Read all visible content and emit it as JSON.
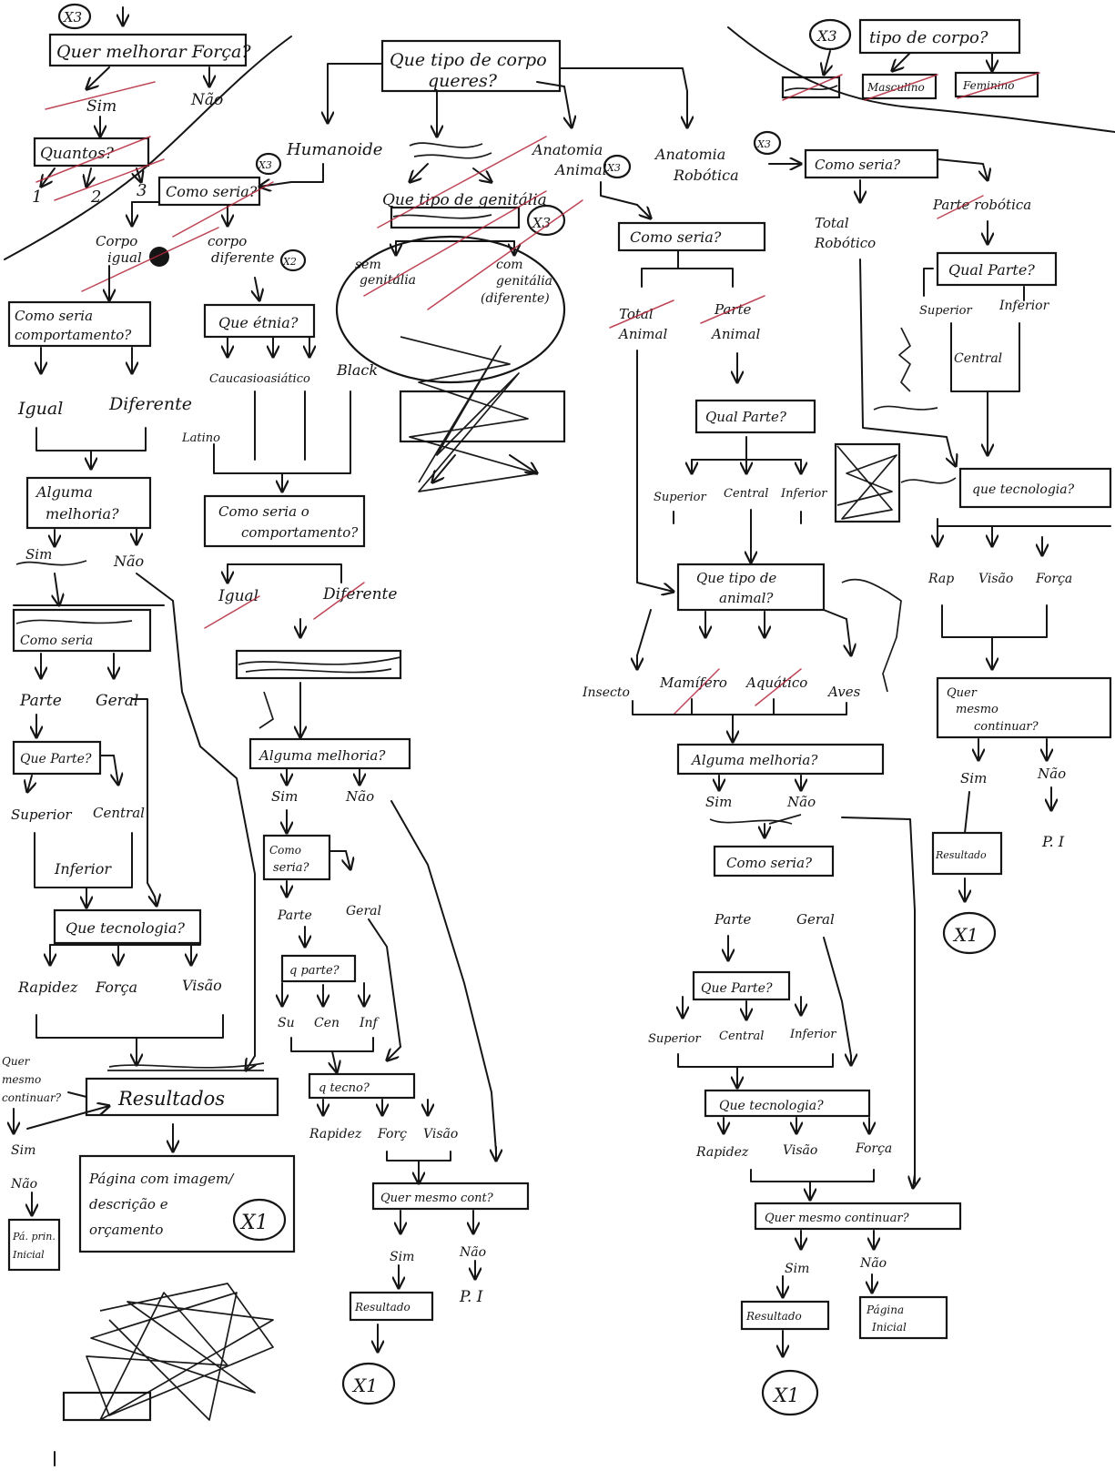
{
  "colors": {
    "ink": "#151515",
    "paper": "#ffffff",
    "correction": "#b3263a"
  },
  "x3_tag": "X3",
  "x2_tag": "X2",
  "x1_tag": "X1",
  "top_left": {
    "question": "Quer melhorar Força?",
    "yes": "Sim",
    "no": "Não",
    "how_many": "Quantos?",
    "n1": "1",
    "n2": "2",
    "n3": "3"
  },
  "root": {
    "question_line1": "Que tipo de corpo",
    "question_line2": "queres?"
  },
  "top_right": {
    "question": "tipo de corpo?",
    "opt1": "Masculino",
    "opt2": "Feminino"
  },
  "humanoid": {
    "title": "Humanoide",
    "how": "Como seria?",
    "equal_body_line1": "Corpo",
    "equal_body_line2": "igual",
    "diff_body_line1": "corpo",
    "diff_body_line2": "diferente",
    "behavior_line1": "Como seria",
    "behavior_line2": "comportamento?",
    "equal": "Igual",
    "different": "Diferente",
    "improve_line1": "Alguma",
    "improve_line2": "melhoria?",
    "yes": "Sim",
    "no": "Não",
    "how2": "Como seria",
    "part": "Parte",
    "general": "Geral",
    "which_part": "Que Parte?",
    "superior": "Superior",
    "central": "Central",
    "inferior": "Inferior",
    "tech": "Que tecnologia?",
    "speed": "Rapidez",
    "strength": "Força",
    "vision": "Visão",
    "result": "Resultados",
    "want_continue_line1": "Quer",
    "want_continue_line2": "mesmo",
    "want_continue_line3": "continuar?",
    "sim": "Sim",
    "nao": "Não",
    "home_line1": "Pá. prin.",
    "home_line2": "Inicial",
    "page_line1": "Página com imagem/",
    "page_line2": "descrição e",
    "page_line3": "orçamento"
  },
  "ethnic": {
    "question": "Que étnia?",
    "caucasian": "Caucasio",
    "asian": "asiático",
    "black": "Black",
    "latino": "Latino",
    "behavior_line1": "Como seria o",
    "behavior_line2": "comportamento?",
    "equal": "Igual",
    "different": "Diferente",
    "improve": "Alguma melhoria?",
    "yes": "Sim",
    "no": "Não",
    "how_line1": "Como",
    "how_line2": "seria?",
    "part": "Parte",
    "general": "Geral",
    "which_part": "q parte?",
    "su": "Su",
    "cen": "Cen",
    "inf": "Inf",
    "tech": "q tecno?",
    "speed": "Rapidez",
    "strength": "Forç",
    "vision": "Visão",
    "continue": "Quer mesmo cont?",
    "sim": "Sim",
    "nao": "Não",
    "pi": "P. I",
    "result": "Resultado",
    "x1": "X1"
  },
  "genital": {
    "question": "Que tipo de genitália",
    "none_line1": "sem",
    "none_line2": "genitália",
    "with_line1": "com",
    "with_line2": "genitália",
    "with_line3": "(diferente)"
  },
  "animal": {
    "title_line1": "Anatomia",
    "title_line2": "Animal",
    "how": "Como seria?",
    "total_line1": "Total",
    "total_line2": "Animal",
    "part_line1": "Parte",
    "part_line2": "Animal",
    "which_part": "Qual Parte?",
    "superior": "Superior",
    "central": "Central",
    "inferior": "Inferior",
    "type_line1": "Que tipo de",
    "type_line2": "animal?",
    "insect": "Insecto",
    "mammal": "Mamífero",
    "aquatic": "Aquático",
    "bird": "Aves",
    "improve": "Alguma melhoria?",
    "yes": "Sim",
    "no": "Não",
    "how2": "Como seria?",
    "part": "Parte",
    "general": "Geral",
    "which_part2": "Que Parte?",
    "sup": "Superior",
    "cen": "Central",
    "inf": "Inferior",
    "tech": "Que tecnologia?",
    "speed": "Rapidez",
    "vision": "Visão",
    "strength": "Força",
    "continue": "Quer mesmo continuar?",
    "sim": "Sim",
    "nao": "Não",
    "result": "Resultado",
    "home_line1": "Página",
    "home_line2": "Inicial"
  },
  "robotic": {
    "title_line1": "Anatomia",
    "title_line2": "Robótica",
    "how": "Como seria?",
    "total_line1": "Total",
    "total_line2": "Robótico",
    "part": "Parte robótica",
    "which_part": "Qual Parte?",
    "superior": "Superior",
    "inferior": "Inferior",
    "central": "Central",
    "tech": "que tecnologia?",
    "speed": "Rap",
    "vision": "Visão",
    "strength": "Força",
    "continue_line1": "Quer",
    "continue_line2": "mesmo",
    "continue_line3": "continuar?",
    "yes": "Sim",
    "no": "Não",
    "pi": "P. I",
    "result": "Resultado",
    "x1": "X1"
  }
}
